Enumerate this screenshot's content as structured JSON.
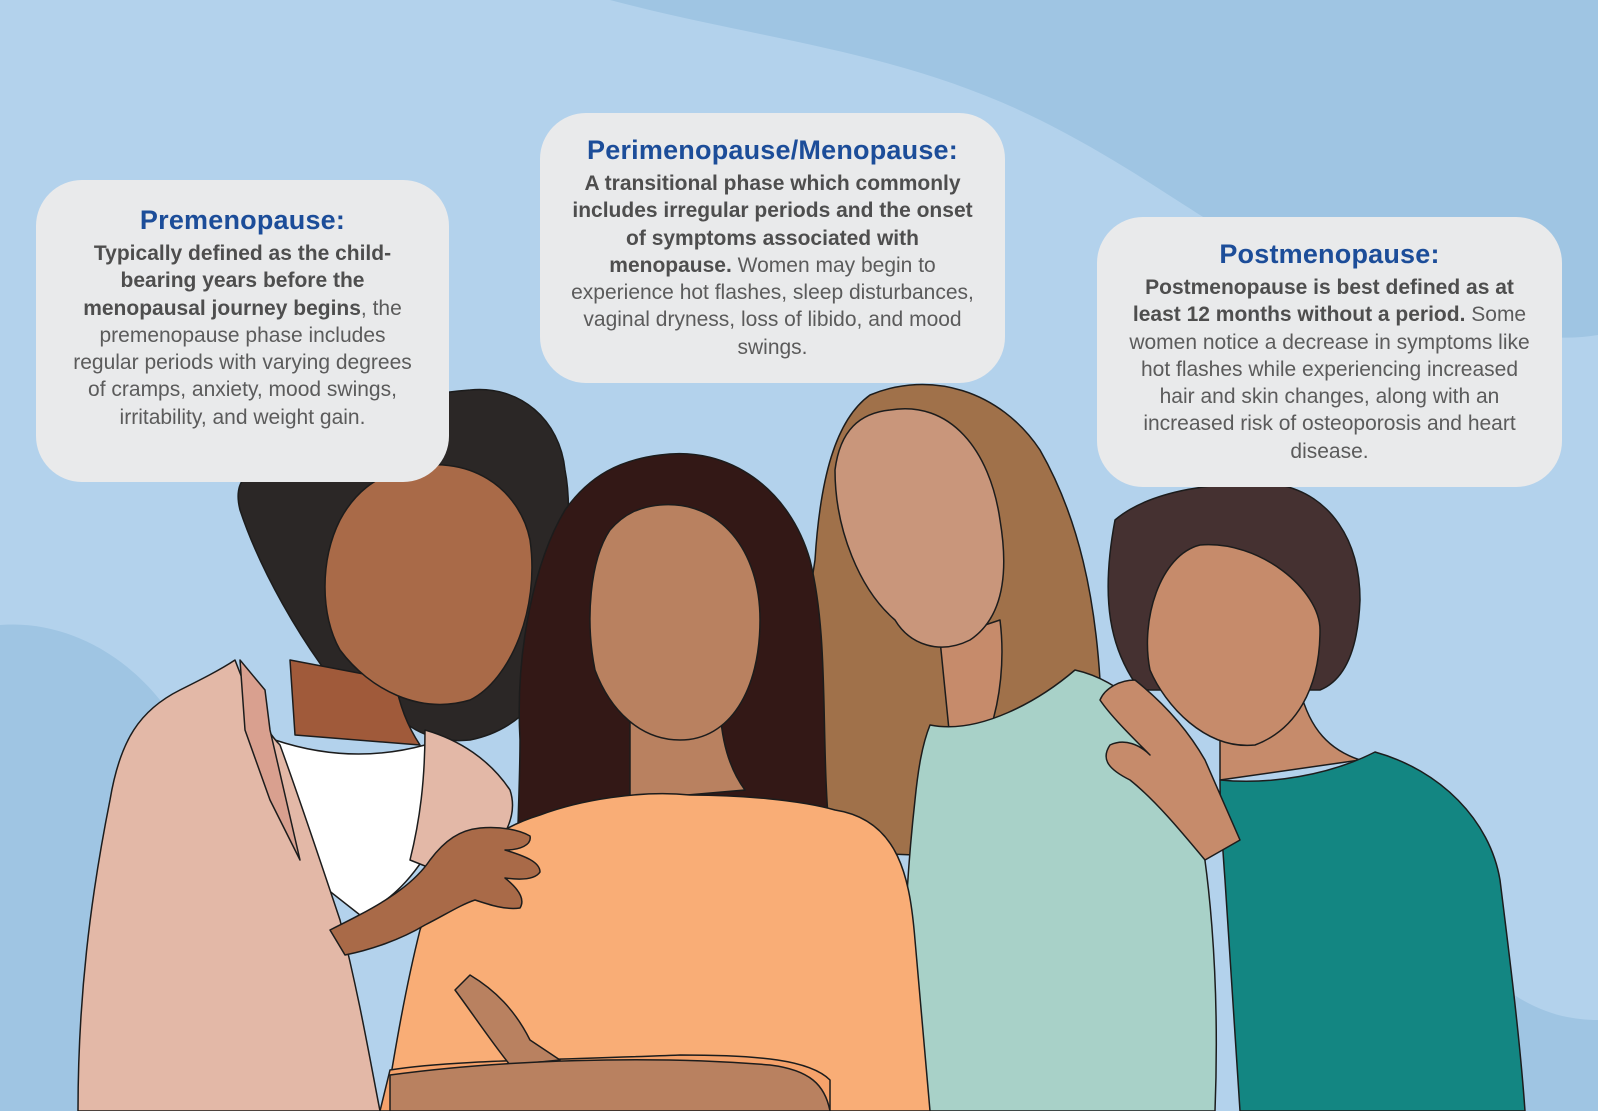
{
  "colors": {
    "background": "#b3d2ec",
    "bubble": "#e9eaeb",
    "heading": "#1c4d99",
    "body_text": "#5b5b5b"
  },
  "panels": {
    "premenopause": {
      "title": "Premenopause:",
      "bold_text": "Typically defined as the child-bearing years before the menopausal journey begins",
      "text": ", the premenopause phase includes regular periods with varying degrees of cramps, anxiety, mood swings, irritability, and weight gain."
    },
    "perimenopause": {
      "title": "Perimenopause/Menopause:",
      "bold_text": "A transitional phase which commonly includes irregular periods and the onset of symptoms associated with menopause.",
      "text": " Women may begin to experience hot flashes, sleep disturbances, vaginal dryness, loss of libido, and mood swings."
    },
    "postmenopause": {
      "title": "Postmenopause:",
      "bold_text": "Postmenopause is best defined as at least 12 months without a period.",
      "text": " Some women notice a decrease in symptoms like hot flashes while experiencing increased hair and skin changes, along with an increased risk of osteoporosis and heart disease."
    }
  },
  "illustration": {
    "name": "four-women-illustration",
    "skin_tones": [
      "#a96a48",
      "#b98160",
      "#c9967b",
      "#c68b6b"
    ],
    "hair_colors": [
      "#2b2726",
      "#331816",
      "#a0714a",
      "#453131"
    ],
    "clothing_colors": [
      "#e3b8a7",
      "#f9ad76",
      "#a8d1c8",
      "#138682"
    ]
  }
}
